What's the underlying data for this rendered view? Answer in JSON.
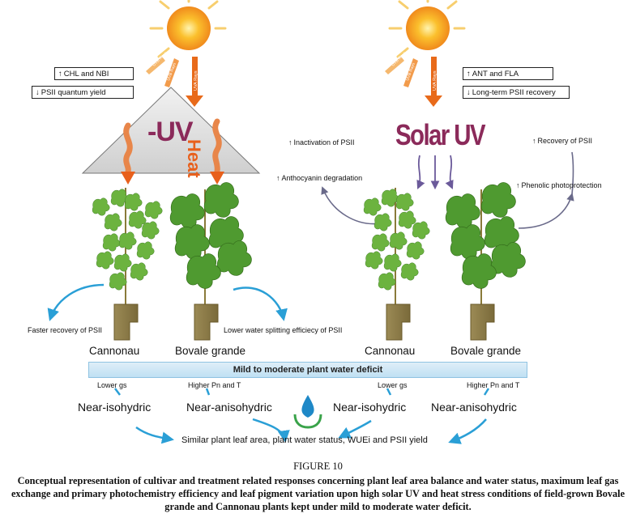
{
  "left_panel": {
    "box_chl": "CHL and NBI",
    "box_psii": "PSII quantum yield",
    "minus_uv": "-UV",
    "heat": "Heat",
    "note_left": "Faster recovery of PSII",
    "note_right": "Lower water splitting efficiecy of PSII",
    "cultivar_1": "Cannonau",
    "cultivar_2": "Bovale grande",
    "uva_ray": "UVA Rays",
    "uvb_ray": "UVB Rays"
  },
  "right_panel": {
    "box_ant": "ANT and FLA",
    "box_longterm": "Long-term PSII recovery",
    "solar_uv": "Solar UV",
    "inactivation": "Inactivation of PSII",
    "anthocyanin": "Anthocyanin degradation",
    "recovery": "Recovery of PSII",
    "phenolic": "Phenolic photoprotection",
    "cultivar_1": "Cannonau",
    "cultivar_2": "Bovale grande",
    "uva_ray": "UVA Rays",
    "uvb_ray": "UVB Rays"
  },
  "bottom": {
    "deficit": "Mild to moderate plant water deficit",
    "lower_gs_1": "Lower gs",
    "higher_pn_1": "Higher Pn and T",
    "lower_gs_2": "Lower gs",
    "higher_pn_2": "Higher Pn and T",
    "iso_1": "Near-isohydric",
    "aniso_1": "Near-anisohydric",
    "iso_2": "Near-isohydric",
    "aniso_2": "Near-anisohydric",
    "conclusion": "Similar plant leaf area, plant water status, WUEi and PSII yield"
  },
  "caption": {
    "title": "FIGURE 10",
    "text": "Conceptual representation of cultivar and treatment related responses concerning plant leaf area balance and water status, maximum leaf gas exchange and primary photochemistry efficiency and leaf pigment variation upon high solar UV and heat stress conditions of field-grown Bovale grande and Cannonau plants kept under mild to moderate water deficit."
  },
  "arrow_up": "↑",
  "arrow_down": "↓",
  "colors": {
    "sun": "#f7b21c",
    "uv_text": "#8b2a5a",
    "heat": "#e8601c",
    "curve_arrow": "#2a9fd6",
    "leaf": "#5aa33a",
    "pot": "#8b7b4a"
  }
}
